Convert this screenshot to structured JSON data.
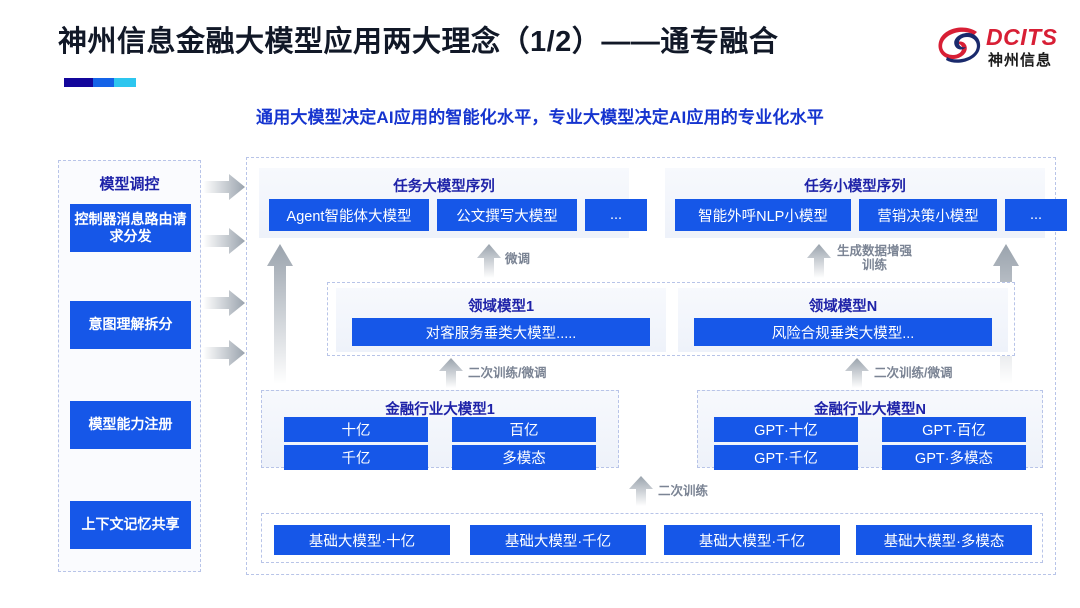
{
  "header": {
    "title": "神州信息金融大模型应用两大理念（1/2）——通专融合",
    "subtitle": "通用大模型决定AI应用的智能化水平，专业大模型决定AI应用的专业化水平",
    "logo": {
      "en": "DCITS",
      "cn": "神州信息",
      "mark_icon": "dcits-swirl-icon",
      "color": "#d81f35"
    },
    "accent_colors": [
      "#13069b",
      "#1463e8",
      "#2dc6ef"
    ]
  },
  "sidebar": {
    "title": "模型调控",
    "items": [
      {
        "label": "控制器消息路由请求分发"
      },
      {
        "label": "意图理解拆分"
      },
      {
        "label": "模型能力注册"
      },
      {
        "label": "上下文记忆共享"
      }
    ],
    "connector_icon": "arrow-right-icon",
    "connector_count": 4
  },
  "diagram": {
    "task_panels": [
      {
        "title": "任务大模型序列",
        "chips": [
          "Agent智能体大模型",
          "公文撰写大模型",
          "..."
        ]
      },
      {
        "title": "任务小模型序列",
        "chips": [
          "智能外呼NLP小模型",
          "营销决策小模型",
          "..."
        ]
      }
    ],
    "domain_panels": [
      {
        "title": "领域模型1",
        "chip": "对客服务垂类大模型....."
      },
      {
        "title": "领域模型N",
        "chip": "风险合规垂类大模型..."
      }
    ],
    "industry_panels": [
      {
        "title": "金融行业大模型1",
        "chips": [
          "十亿",
          "百亿",
          "千亿",
          "多模态"
        ]
      },
      {
        "title": "金融行业大模型N",
        "chips": [
          "GPT·十亿",
          "GPT·百亿",
          "GPT·千亿",
          "GPT·多模态"
        ]
      }
    ],
    "base_panel": {
      "chips": [
        "基础大模型·十亿",
        "基础大模型·千亿",
        "基础大模型·千亿",
        "基础大模型·多模态"
      ]
    },
    "arrow_labels": {
      "finetune": "微调",
      "data_aug": "生成数据增强\n训练",
      "data_aug_line1": "生成数据增强",
      "data_aug_line2": "训练",
      "retrain_finetune": "二次训练/微调",
      "retrain": "二次训练"
    },
    "arrow_icon": "arrow-up-icon",
    "chip_color": "#1657e8",
    "title_color": "#1e22a8"
  }
}
